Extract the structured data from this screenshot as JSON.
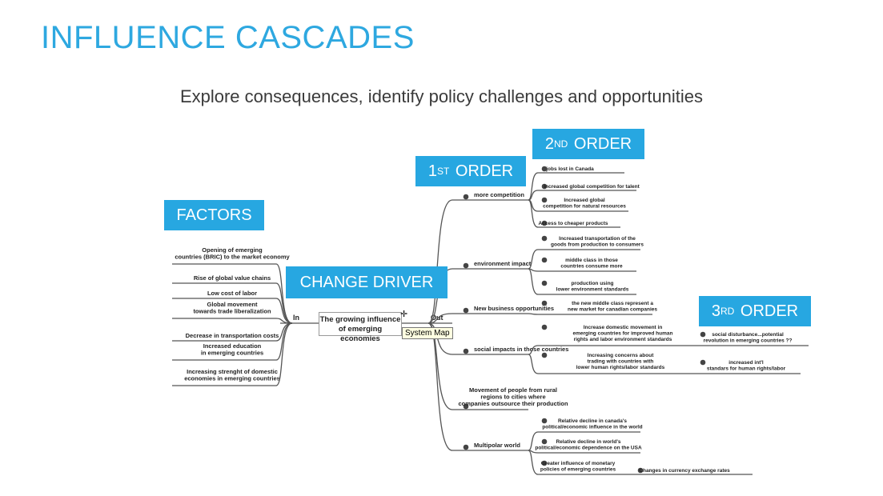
{
  "title": "INFLUENCE CASCADES",
  "subtitle": "Explore consequences, identify policy challenges and opportunities",
  "boxes": {
    "factors": "FACTORS",
    "change_driver": "CHANGE DRIVER",
    "first_order": {
      "num": "1",
      "sup": "ST",
      "text": "ORDER"
    },
    "second_order": {
      "num": "2",
      "sup": "ND",
      "text": "ORDER"
    },
    "third_order": {
      "num": "3",
      "sup": "RD",
      "text": "ORDER"
    }
  },
  "center": {
    "line1": "The growing influence",
    "line2": "of emerging economies",
    "in_label": "In",
    "out_label": "Out"
  },
  "tooltip": "System Map",
  "factors": [
    [
      "Opening of emerging",
      "countries (BRIC) to the market economy"
    ],
    [
      "Rise of global value chains"
    ],
    [
      "Low cost of labor"
    ],
    [
      "Global movement",
      "towards trade liberalization"
    ],
    [
      "Decrease in transportation costs"
    ],
    [
      "Increased education",
      "in emerging countries"
    ],
    [
      "Increasing strenght of domestic",
      "economies in emerging countries"
    ]
  ],
  "first_order": [
    "more competition",
    "environment impact",
    "New business opportunities",
    "social impacts in those countries",
    "Movement of people from rural regions to cities where companies outsource their production",
    "Multipolar world"
  ],
  "second_order": [
    [
      "jobs lost in Canada"
    ],
    [
      "Increased global competition for talent"
    ],
    [
      "Increased global",
      "competition for natural resources"
    ],
    [
      "Access to cheaper products"
    ],
    [
      "Increased transportation of the",
      "goods from production to consumers"
    ],
    [
      "middle class in those",
      "countries consume more"
    ],
    [
      "production using",
      "lower environment standards"
    ],
    [
      "the new middle class represent a",
      "new market for canadian companies"
    ],
    [
      "Increase domestic movement in",
      "emerging countries for improved human",
      "rights and labor environment standards"
    ],
    [
      "Increasing concerns about",
      "trading with countries with",
      "lower human rights/labor standards"
    ],
    [
      "Relative decline in canada's",
      "political/economic influence in the world"
    ],
    [
      "Relative decline in world's",
      "political/economic dependence on the USA"
    ],
    [
      "Greater influence of monetary",
      "policies of emerging countries"
    ]
  ],
  "third_order": [
    [
      "social disturbance...potential",
      "revolution in emerging countries ??"
    ],
    [
      "increased int'l",
      "standars for human rights/labor"
    ],
    [
      "Changes in currency exchange rates"
    ]
  ],
  "movement_lines": [
    "Movement of people from rural",
    "regions to cities where",
    "companies outsource their production"
  ]
}
